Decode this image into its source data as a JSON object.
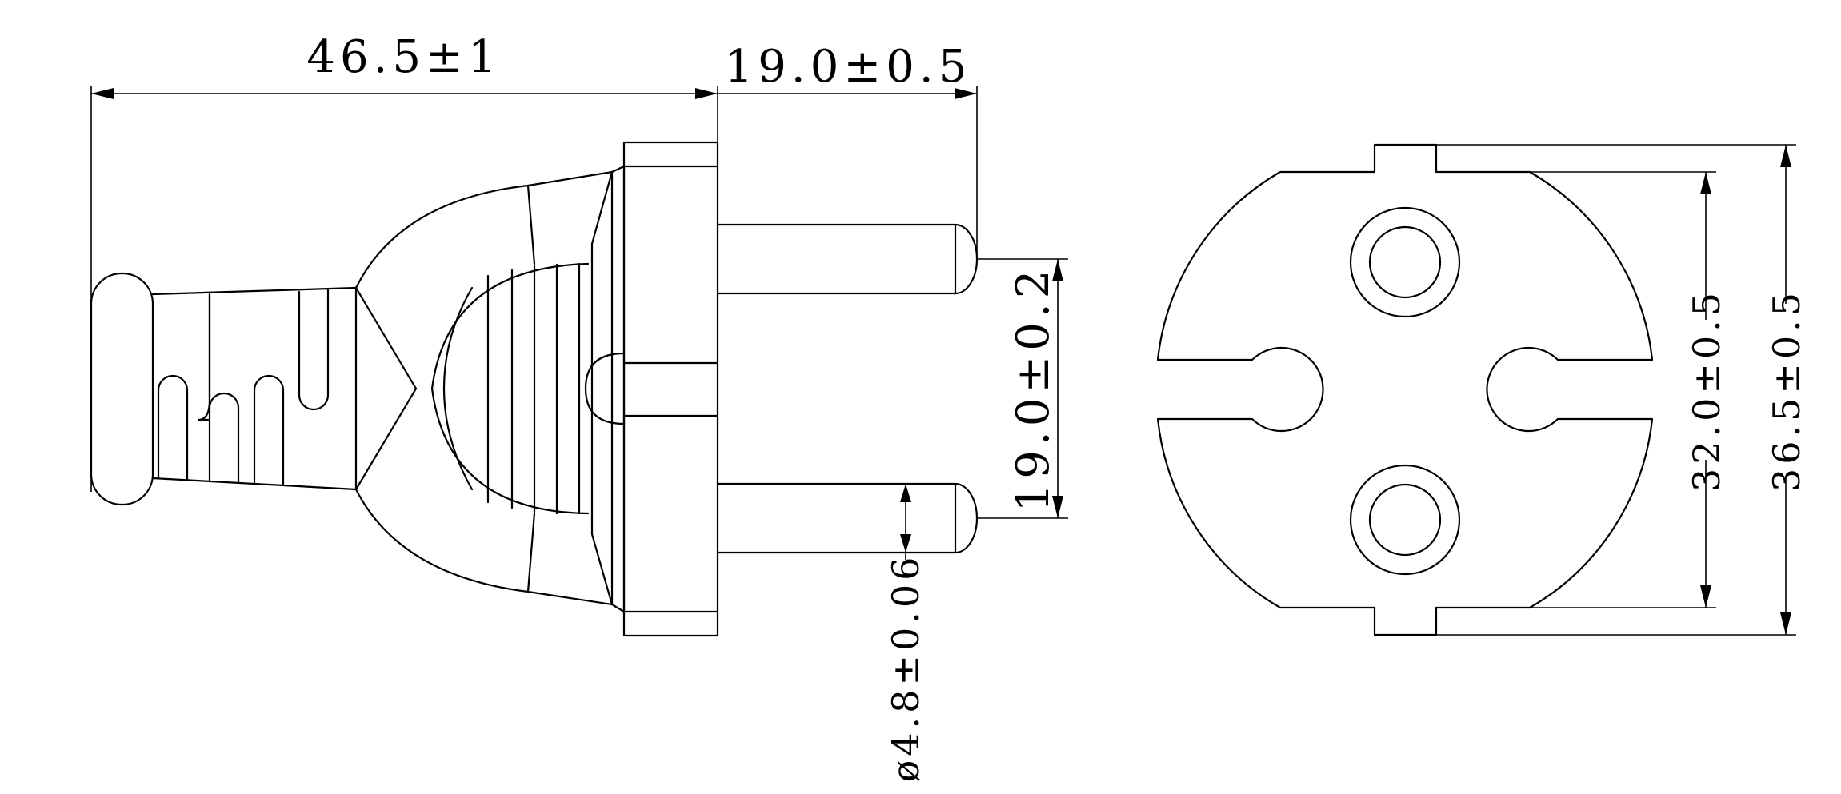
{
  "dimensions": {
    "plug_length": "46.5±1",
    "pin_length": "19.0±0.5",
    "pin_spacing": "19.0±0.2",
    "pin_diameter": "ø4.8±0.06",
    "face_inner": "32.0±0.5",
    "face_outer": "36.5±0.5"
  }
}
